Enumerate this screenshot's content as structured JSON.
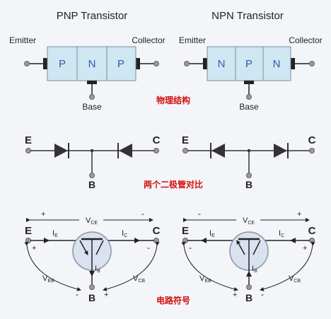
{
  "titles": {
    "pnp": "PNP Transistor",
    "npn": "NPN Transistor"
  },
  "terminals": {
    "emitter": "Emitter",
    "collector": "Collector",
    "base": "Base"
  },
  "pnp_layers": [
    "P",
    "N",
    "P"
  ],
  "npn_layers": [
    "N",
    "P",
    "N"
  ],
  "letters": {
    "e": "E",
    "c": "C",
    "b": "B"
  },
  "symbols": {
    "vce": "V",
    "vce_sub": "CE",
    "veb": "V",
    "veb_sub": "EB",
    "vcb": "V",
    "vcb_sub": "CB",
    "ie": "I",
    "ie_sub": "E",
    "ic": "I",
    "ic_sub": "C",
    "ib": "I",
    "ib_sub": "B",
    "plus": "+",
    "minus": "-"
  },
  "captions": {
    "structure": "物理结构",
    "diodes": "两个二极管对比",
    "symbol": "电路符号"
  },
  "colors": {
    "layer_fill": "#cfe6f3",
    "layer_stroke": "#7a8e9a",
    "line": "#222222",
    "terminal": "#999999",
    "caption": "#d21010",
    "transistor_body": "#d9e2ee"
  }
}
